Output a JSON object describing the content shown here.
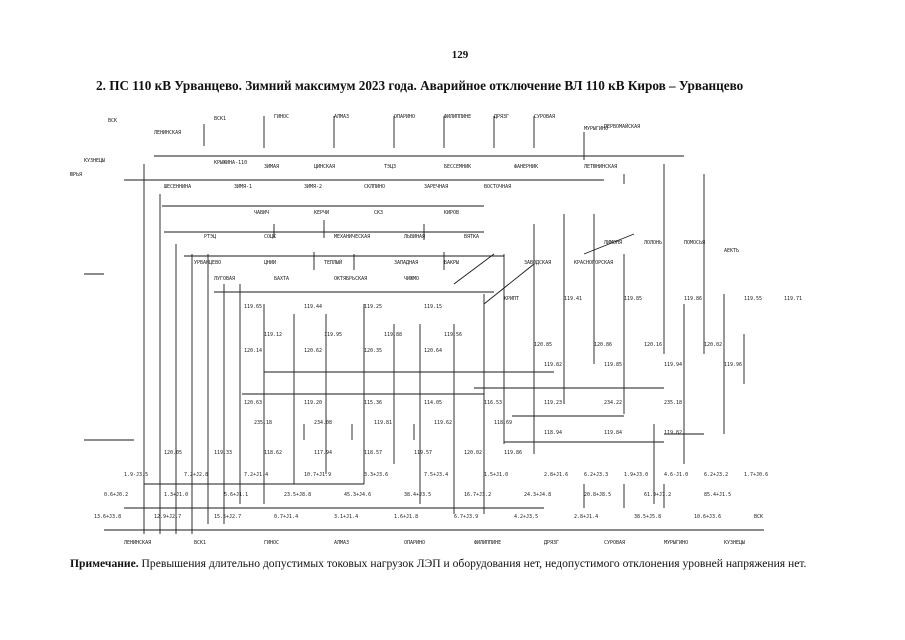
{
  "page": {
    "number": "129",
    "title": "2. ПС 110 кВ Урванцево. Зимний максимум 2023 года. Аварийное отключение ВЛ 110 кВ Киров – Урванцево"
  },
  "diagram": {
    "substations": [
      "ВСК",
      "ЛЕНИНСКАЯ",
      "ВСК1",
      "ГИНОС",
      "АЛМАЗ",
      "ОПАРИНО",
      "ФИЛИППИНЕ",
      "ДРЯЗГ",
      "СУРОВАЯ",
      "МУРЫГИНО",
      "КУЗНЕЦЫ",
      "ЮРЬЯ",
      "КРЫЖИНА-110",
      "ЗИМАЯ",
      "ЦИНСКАЯ",
      "ТЭЦ3",
      "БЕССЕМНИК",
      "ФАНЕРНИК",
      "ЛЕТЮНИНСКАЯ",
      "ПЕРВОМАЙСКАЯ",
      "ШЕСЕННИНА",
      "ЗИМЯ-1",
      "ЗИМЯ-2",
      "СКЛПИНО",
      "ЗАРЕЧНАЯ",
      "ВОСТОЧНАЯ",
      "ЧАВИЧ",
      "КЕРЧИ",
      "СКЗ",
      "КИРОВ",
      "РТЭЦ",
      "СОЦК",
      "МЕХАНИЧЕСКАЯ",
      "ЛЬВИНАЯ",
      "ВЯТКА",
      "УРВАНЦЕВО",
      "ЦНИИ",
      "ТЕПЛЫЙ",
      "ЗАПАДНАЯ",
      "БАКРЫ",
      "ЛУГОВАЯ",
      "БАХТА",
      "ОКТЯБРЬСКАЯ",
      "ЧИЖМО",
      "ЗАВОДСКАЯ",
      "КРАСНОГОРСКАЯ",
      "ЛИМОНЯ",
      "ЛОЛОНЬ",
      "ПОМОСЬЯ",
      "АЕКТЬ",
      "КРИПТ"
    ],
    "voltages": [
      "119.41",
      "119.85",
      "119.86",
      "119.55",
      "119.71",
      "119.65",
      "119.44",
      "119.25",
      "119.15",
      "119.12",
      "119.95",
      "119.88",
      "119.56",
      "120.14",
      "120.62",
      "120.35",
      "120.64",
      "120.85",
      "120.86",
      "120.16",
      "120.02",
      "119.82",
      "119.85",
      "119.94",
      "119.96",
      "120.63",
      "119.20",
      "115.36",
      "114.05",
      "116.53",
      "119.23",
      "234.22",
      "235.18",
      "235.18",
      "234.08",
      "119.81",
      "119.62",
      "118.69",
      "118.94",
      "119.84",
      "119.82",
      "120.05",
      "119.33",
      "118.62",
      "117.94",
      "118.57",
      "119.57",
      "120.02",
      "119.86"
    ],
    "flows": [
      "1.9-J3.5",
      "7.2+J2.8",
      "7.2+J1.4",
      "10.7+J1.9",
      "3.3+J3.6",
      "7.5+J3.4",
      "1.5+J1.0",
      "2.8+J1.6",
      "6.2+J3.3",
      "1.9+J3.0",
      "4.6-J1.0",
      "6.2+J3.2",
      "1.7+J0.6",
      "0.6+J0.2",
      "1.3+J1.0",
      "5.6+J1.1",
      "23.5+J8.8",
      "45.3+J4.6",
      "38.4+J3.5",
      "16.7+J3.2",
      "24.3+J4.8",
      "20.8+J8.5",
      "61.9+J1.2",
      "85.4+J1.5",
      "13.6+J3.8",
      "12.9+J2.7",
      "15.5+J2.7",
      "0.7+J1.4",
      "3.1+J1.4",
      "1.6+J1.8",
      "6.7+J3.9",
      "4.2+J3.5",
      "2.8+J1.4",
      "38.5+J5.8",
      "10.6+J3.6"
    ]
  }
}
